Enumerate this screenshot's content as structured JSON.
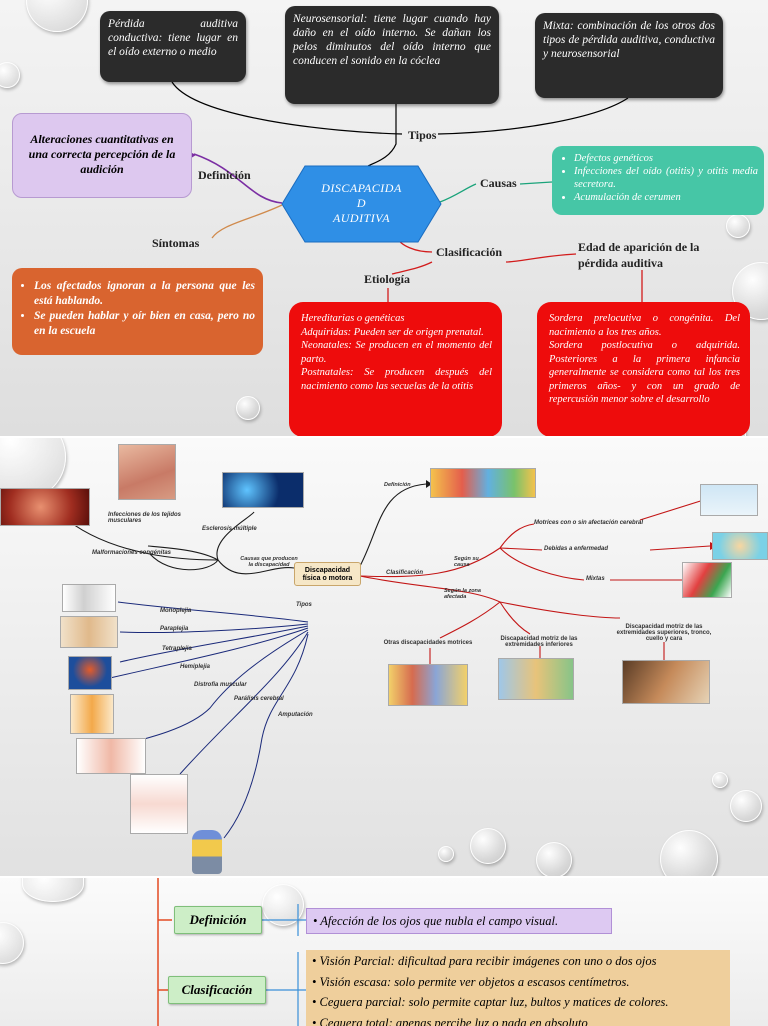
{
  "s1": {
    "center": "DISCAPACIDAD AUDITIVA",
    "center_lines": [
      "DISCAPACIDA",
      "D",
      "AUDITIVA"
    ],
    "types": {
      "label": "Tipos",
      "conductiva": "Pérdida auditiva conductiva: tiene lugar en el oído externo o medio",
      "neuro": "Neurosensorial: tiene lugar cuando hay daño en el oído interno. Se dañan los pelos diminutos del oído interno que conducen el sonido en la cóclea",
      "mixta": "Mixta: combinación de los otros dos tipos de pérdida auditiva, conductiva y neurosensorial"
    },
    "definition": {
      "label": "Definición",
      "text": "Alteraciones cuantitativas en una correcta percepción de la audición"
    },
    "symptoms": {
      "label": "Síntomas",
      "items": [
        "Los afectados ignoran a la persona que les está hablando.",
        "Se pueden hablar y oír bien en casa, pero no en la escuela"
      ]
    },
    "causes": {
      "label": "Causas",
      "items": [
        "Defectos genéticos",
        "Infecciones del oído (otitis) y otitis media secretora.",
        "Acumulación de cerumen"
      ]
    },
    "classification": {
      "label": "Clasificación"
    },
    "etiology": {
      "label": "Etiología",
      "lines": [
        "Hereditarias o genéticas",
        "Adquiridas: Pueden ser de origen prenatal.",
        "Neonatales: Se producen en el momento del parto.",
        "Postnatales: Se producen después del nacimiento como las secuelas de la otitis"
      ]
    },
    "age": {
      "label": "Edad de aparición de la pérdida auditiva",
      "lines": [
        "Sordera prelocutiva o congénita. Del nacimiento a los tres años.",
        "Sordera postlocutiva o adquirida. Posteriores a la primera infancia generalmente se considera como tal los tres primeros años- y con un grado de repercusión menor sobre el desarrollo"
      ]
    }
  },
  "s2": {
    "center": "Discapacidad física o motora",
    "definition": "Definición",
    "classification": "Clasificación",
    "causes": "Causas que producen la discapacidad",
    "causes_items": [
      "Infecciones de los tejidos musculares",
      "Esclerosis múltiple",
      "Malformaciones congénitas"
    ],
    "by_cause": "Según su causa",
    "by_cause_items": [
      "Motrices con o sin afectación cerebral",
      "Debidas a enfermedad",
      "Mixtas"
    ],
    "by_zone": "Según la zona afectada",
    "by_zone_items": [
      "Otras discapacidades motrices",
      "Discapacidad motriz de las extremidades inferiores",
      "Discapacidad motriz de las extremidades superiores, tronco, cuello y cara"
    ],
    "types": "Tipos",
    "types_items": [
      "Monoplejia",
      "Paraplejia",
      "Tetraplejia",
      "Hemiplejia",
      "Distrofia muscular",
      "Parálisis cerebral",
      "Amputación"
    ]
  },
  "s3": {
    "definition_label": "Definición",
    "definition_text": "Afección de los ojos que nubla el campo visual.",
    "classification_label": "Clasificación",
    "classification_items": [
      "Visión Parcial: dificultad para recibir imágenes con uno o dos ojos",
      "Visión escasa: solo permite ver objetos a escasos centímetros.",
      "Ceguera parcial: solo permite captar luz, bultos y matices de colores.",
      "Ceguera total: apenas percibe luz o nada en absoluto"
    ]
  },
  "colors": {
    "dark_box": "#2b2b2b",
    "center_blue": "#2f8fe6",
    "definition_purple": "#ddc8ef",
    "symptoms_orange": "#d9642f",
    "causes_teal": "#46c6a6",
    "red_box": "#ee0c0c",
    "green_label": "#cdeec7",
    "def3_purple": "#ddc9f2",
    "class3_tan": "#efcf9c"
  }
}
